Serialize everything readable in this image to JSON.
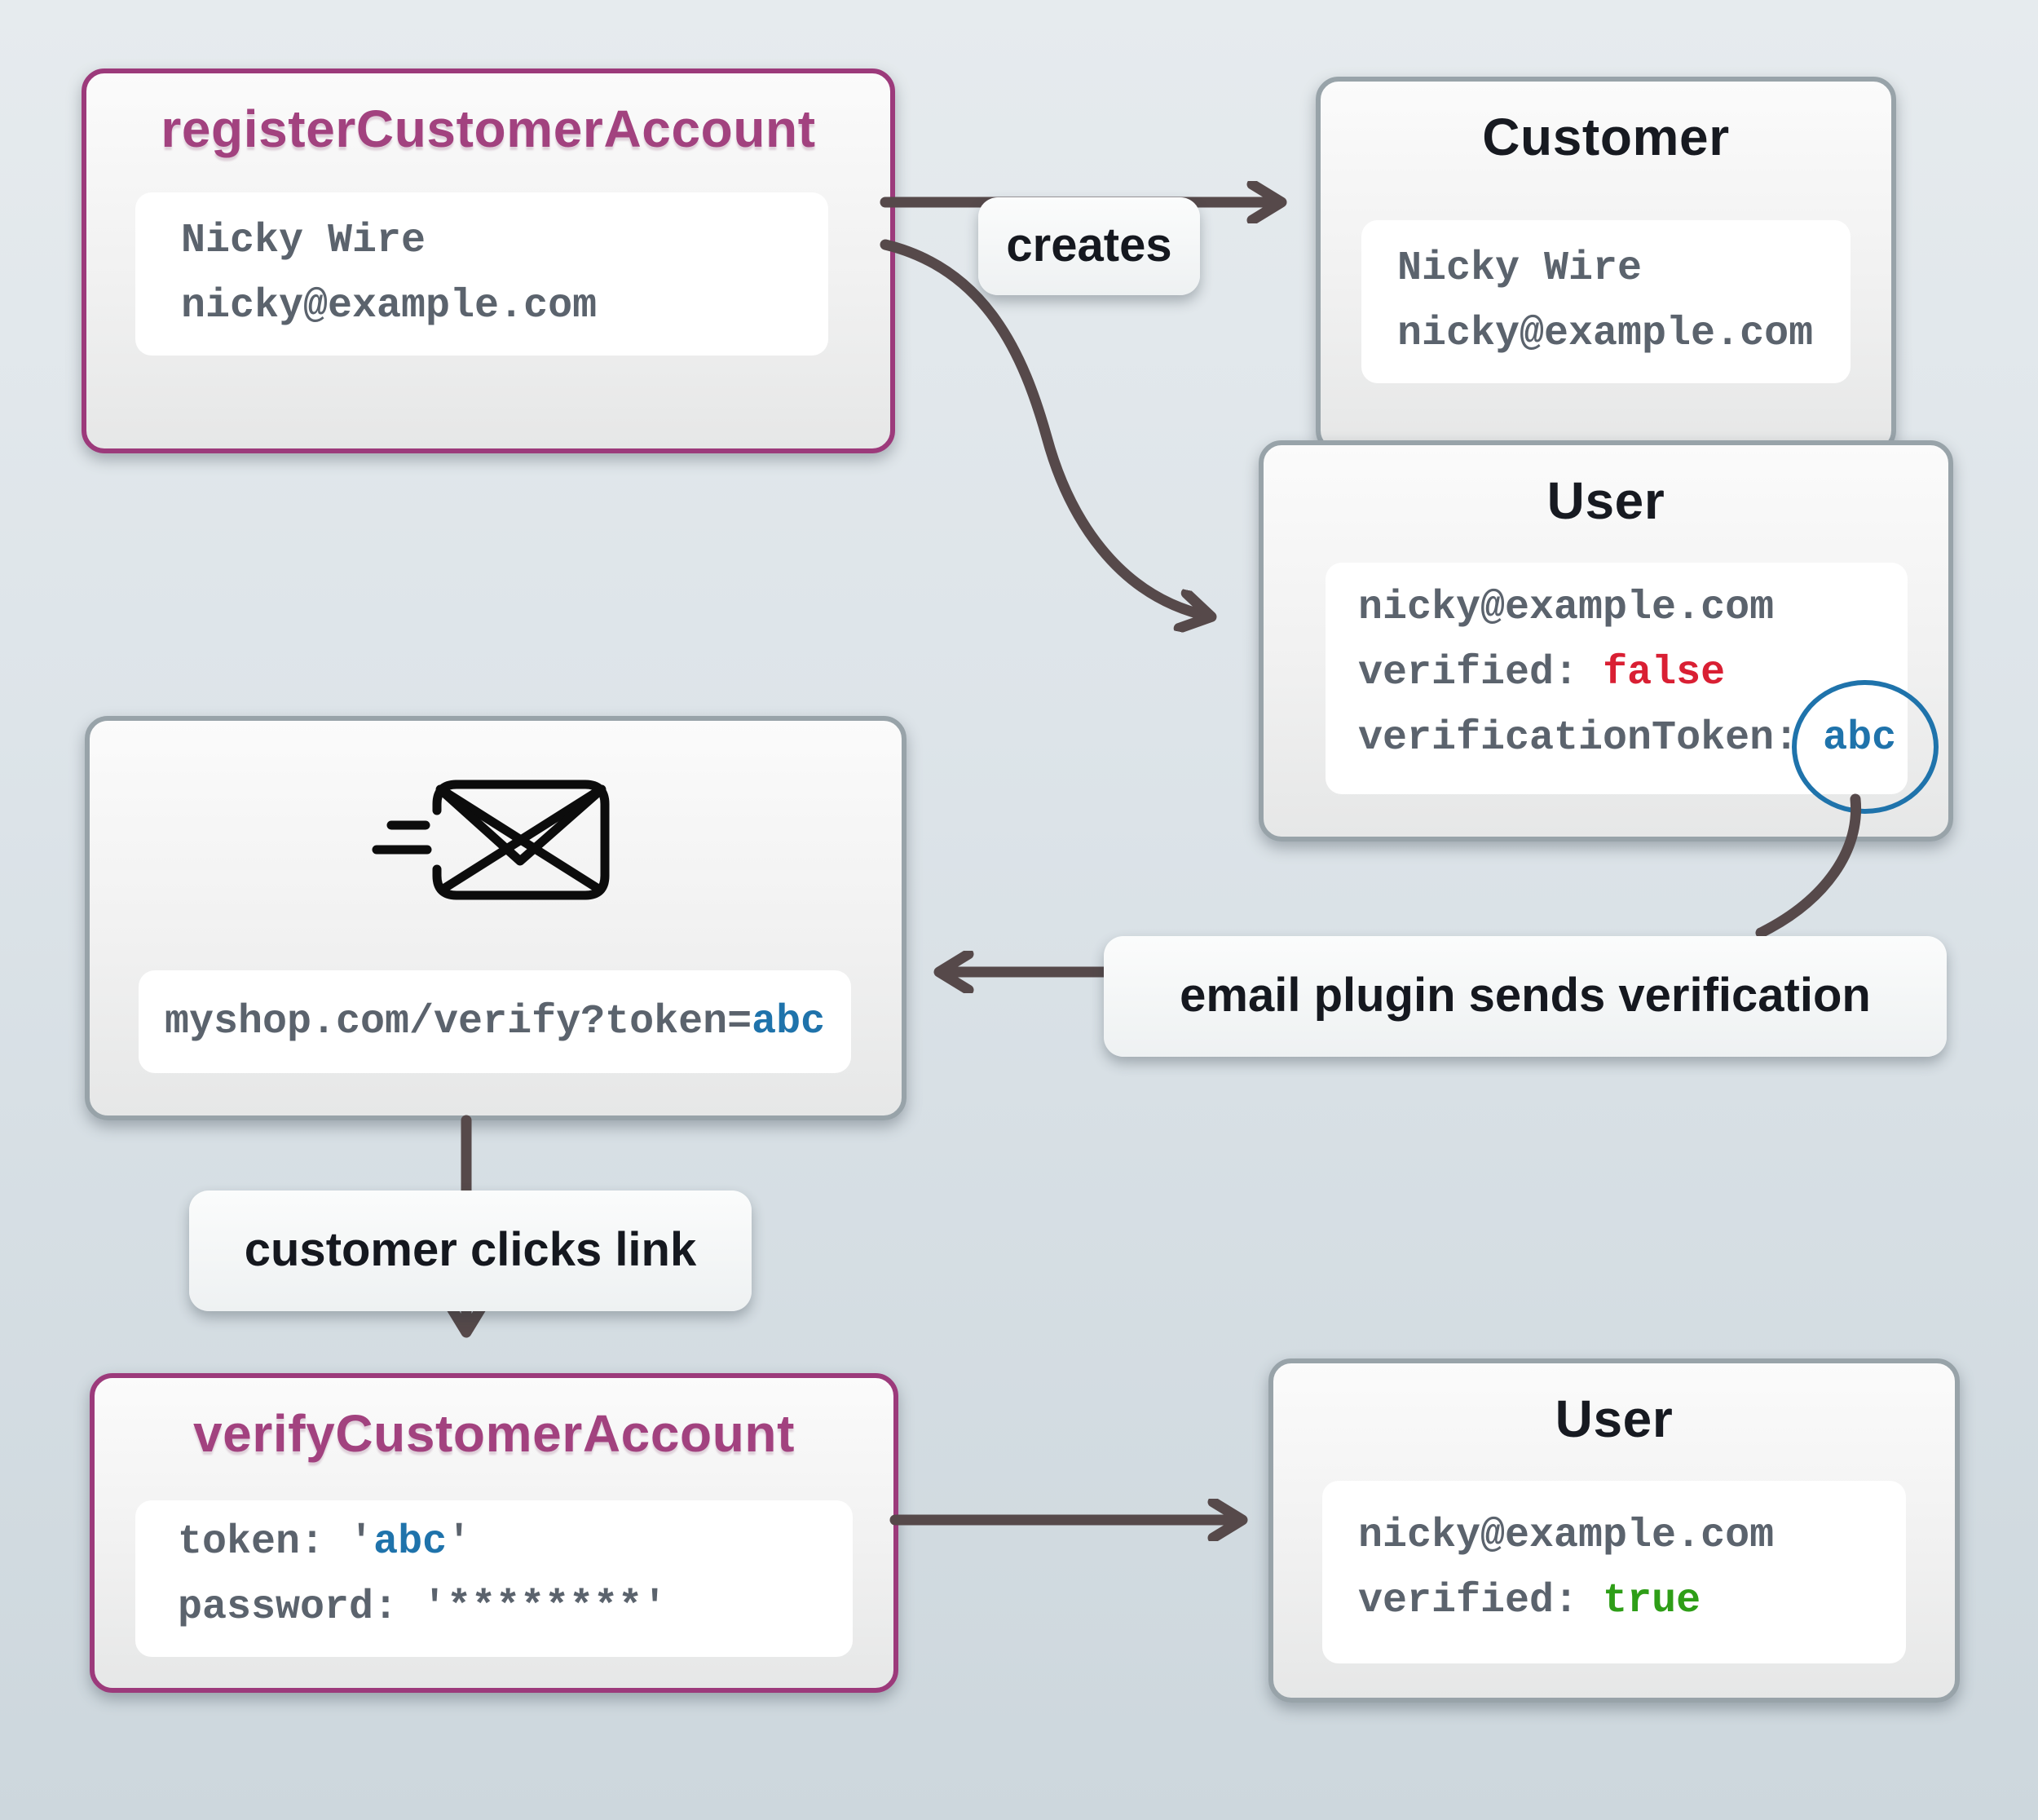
{
  "palette": {
    "background_top": "#e6ebee",
    "background_bottom": "#cdd7dd",
    "box_border_gray": "#98a3a9",
    "box_border_purple": "#9c3a7b",
    "title_purple": "#a2427f",
    "title_dark": "#171a21",
    "mono_gray": "#5b636d",
    "false_red": "#d91f33",
    "true_green": "#2e9e17",
    "token_blue": "#1f73ab",
    "arrow_brown": "#56494a"
  },
  "boxes": {
    "register": {
      "title": "registerCustomerAccount",
      "name": "Nicky Wire",
      "email": "nicky@example.com"
    },
    "customer": {
      "title": "Customer",
      "name": "Nicky Wire",
      "email": "nicky@example.com"
    },
    "user_unverified": {
      "title": "User",
      "email": "nicky@example.com",
      "verified_key": "verified: ",
      "verified_value": "false",
      "token_key": "verificationToken: ",
      "token_value": "abc"
    },
    "email_message": {
      "icon": "email-send-icon",
      "url_prefix": "myshop.com/verify?token=",
      "url_token": "abc"
    },
    "verify": {
      "title": "verifyCustomerAccount",
      "token_key": "token: ",
      "quote": "'",
      "token_value": "abc",
      "password_key": "password: ",
      "password_value": "'********'"
    },
    "user_verified": {
      "title": "User",
      "email": "nicky@example.com",
      "verified_key": "verified: ",
      "verified_value": "true"
    }
  },
  "labels": {
    "creates": "creates",
    "email_plugin": "email plugin sends verification",
    "customer_clicks": "customer clicks link"
  }
}
